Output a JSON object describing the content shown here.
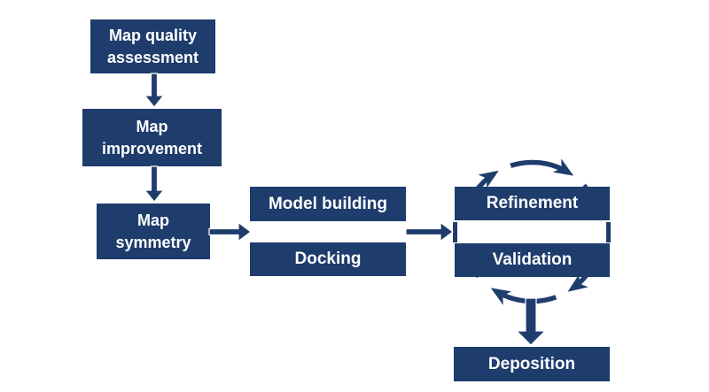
{
  "diagram": {
    "accent_color": "#1e3c6c",
    "text_color": "#ffffff",
    "nodes": {
      "map_quality_assessment": {
        "label": "Map quality\nassessment"
      },
      "map_improvement": {
        "label": "Map\nimprovement"
      },
      "map_symmetry": {
        "label": "Map\nsymmetry"
      },
      "model_building": {
        "label": "Model building"
      },
      "docking": {
        "label": "Docking"
      },
      "refinement": {
        "label": "Refinement"
      },
      "validation": {
        "label": "Validation"
      },
      "deposition": {
        "label": "Deposition"
      }
    },
    "connections": [
      {
        "from": "map_quality_assessment",
        "to": "map_improvement",
        "type": "arrow-down"
      },
      {
        "from": "map_improvement",
        "to": "map_symmetry",
        "type": "arrow-down"
      },
      {
        "from": "map_symmetry",
        "to": "model_building / docking",
        "type": "arrow-right"
      },
      {
        "from": "model_building / docking",
        "to": "refinement / validation",
        "type": "arrow-right"
      },
      {
        "from": "refinement",
        "to": "validation",
        "type": "cycle-clockwise"
      },
      {
        "from": "refinement / validation",
        "to": "deposition",
        "type": "arrow-down"
      }
    ]
  }
}
